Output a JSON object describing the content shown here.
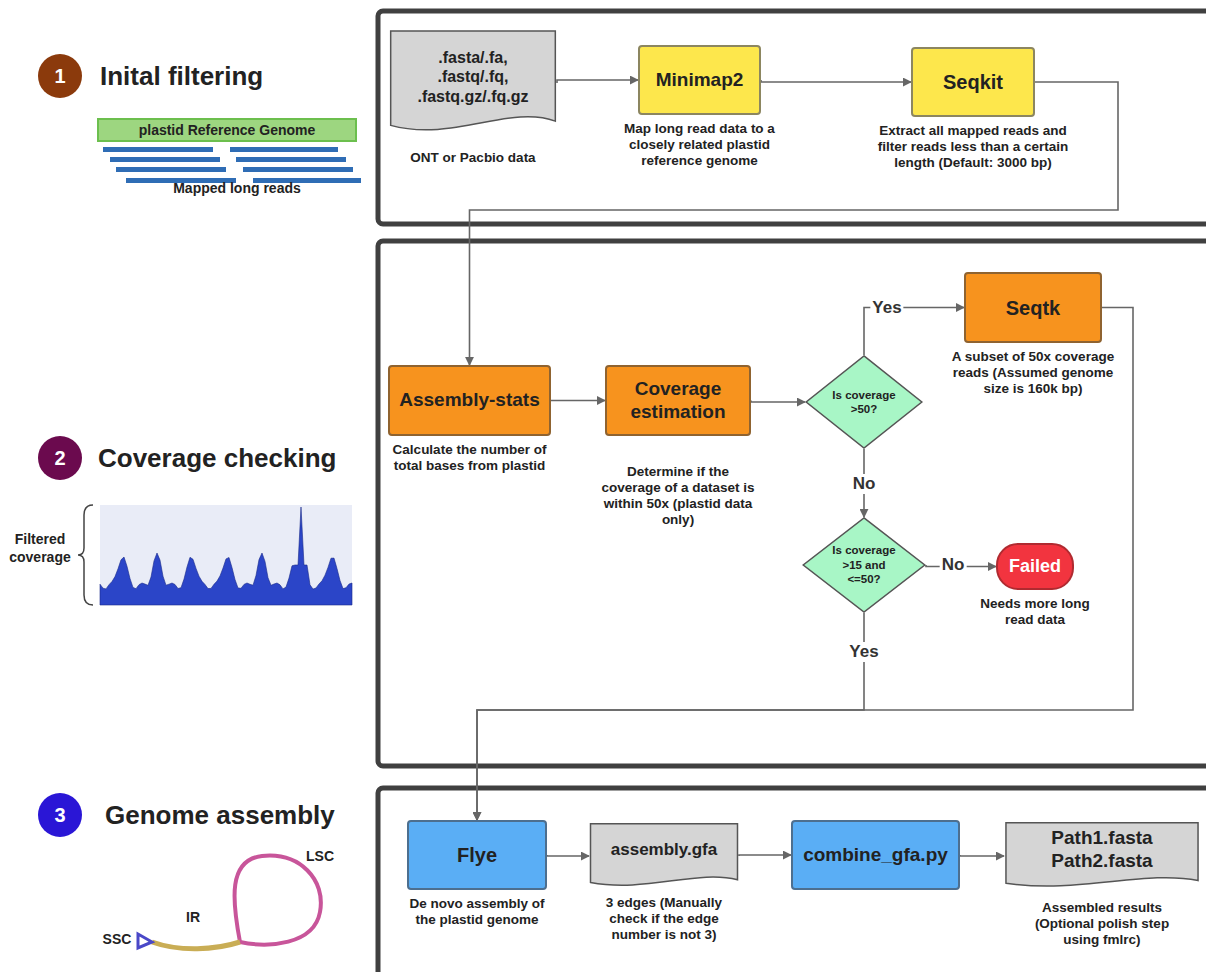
{
  "diagram": {
    "nodes": [
      {
        "text": [
          "1",
          "Inital filtering"
        ]
      },
      {
        "text": [
          "plastid Reference Genome"
        ]
      },
      {
        "text": [
          ".fasta/.fa, .fastq/.fq, .fastq.gz/.fq.gz",
          "ONT or Pacbio data"
        ]
      },
      {
        "text": [
          "Minimap2",
          "Map long read data to a closely related plastid reference genome"
        ]
      },
      {
        "text": [
          "Seqkit",
          "Extract all mapped reads and filter reads less than a certain length (Default: 3000 bp)"
        ]
      },
      {
        "text": [
          "2",
          "Coverage checking"
        ]
      },
      {
        "text": [
          "Assembly-stats",
          "Calculate the number of total bases from plastid"
        ]
      },
      {
        "text": [
          "Coverage estimation",
          "Determine if the coverage of a dataset is within 50x (plastid data only)"
        ]
      },
      {
        "text": [
          "Is coverage >50?"
        ]
      },
      {
        "text": [
          "Seqtk",
          "A subset of 50x coverage reads (Assumed genome size is 160k bp)"
        ]
      },
      {
        "text": [
          "Is coverage >15 and <=50?"
        ]
      },
      {
        "text": [
          "Failed",
          "Needs more long read data"
        ]
      },
      {
        "text": [
          "3",
          "Genome assembly"
        ]
      },
      {
        "text": [
          "Flye",
          "De novo assembly of the plastid genome"
        ]
      },
      {
        "text": [
          "assembly.gfa",
          "3 edges (Manually check if the edge number is not 3)"
        ]
      },
      {
        "text": [
          "combine_gfa.py"
        ]
      },
      {
        "text": [
          "Path1.fasta Path2.fasta",
          "Assembled results (Optional polish step using fmlrc)"
        ]
      }
    ],
    "edges": [
      {
        "from": 2,
        "to": 3,
        "arrow": "to"
      },
      {
        "from": 3,
        "to": 4,
        "arrow": "to"
      },
      {
        "from": 4,
        "to": 6,
        "arrow": "to"
      },
      {
        "from": 6,
        "to": 7,
        "arrow": "to"
      },
      {
        "from": 7,
        "to": 8,
        "arrow": "to"
      },
      {
        "from": 8,
        "to": 9,
        "label": "Yes",
        "arrow": "to"
      },
      {
        "from": 8,
        "to": 10,
        "label": "No",
        "arrow": "to"
      },
      {
        "from": 10,
        "to": 11,
        "label": "No",
        "arrow": "to"
      },
      {
        "from": 10,
        "to": 13,
        "label": "Yes",
        "arrow": "to"
      },
      {
        "from": 9,
        "to": 13,
        "arrow": "to"
      },
      {
        "from": 13,
        "to": 14,
        "arrow": "to"
      },
      {
        "from": 14,
        "to": 15,
        "arrow": "to"
      },
      {
        "from": 15,
        "to": 16,
        "arrow": "to"
      }
    ],
    "labels": [
      "Mapped long reads",
      "Filtered coverage",
      "SSC",
      "IR",
      "LSC"
    ]
  }
}
